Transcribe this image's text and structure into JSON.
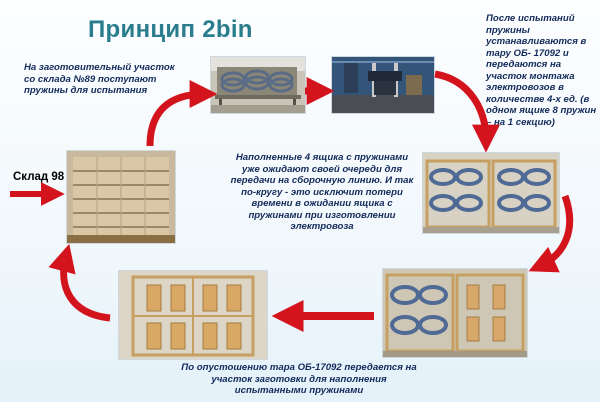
{
  "title": "Принцип 2bin",
  "notes": {
    "top_left": "На заготовительный участок со склада №89 поступают пружины для испытания",
    "top_right": "После испытаний пружины устанавливаются в тару ОБ- 17092 и передаются на участок монтажа электровозов в количестве 4-х ед. (в одном ящике 8 пружин – на 1 секцию)",
    "center": "Наполненные 4 ящика с пружинами уже ожидают своей очереди для передачи на сборочную линию. И так по-кругу - это исключит потери времени в ожидании ящика с пружинами при изготовлении электровоза",
    "bottom": "По опустошению тара ОБ-17092 передается на участок заготовки для наполнения испытанными пружинами"
  },
  "warehouse_label": "Склад 98",
  "colors": {
    "title": "#2a7d8c",
    "note_text": "#122a5a",
    "arrow": "#d4141c",
    "spring": "#4f6a94",
    "crate": "#c6a062"
  },
  "icons": [
    "flow-arrow-icon",
    "curved-arrow-icon"
  ]
}
